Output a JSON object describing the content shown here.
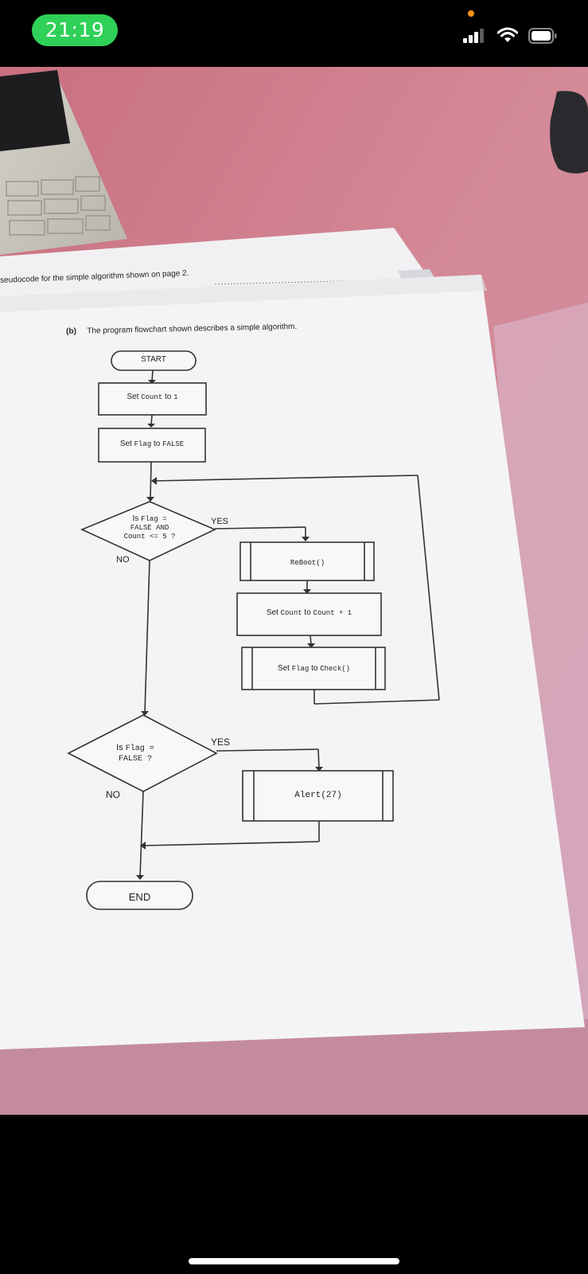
{
  "status_bar": {
    "time": "21:19",
    "colors": {
      "time_pill": "#30d158",
      "privacy_dot": "#f7941d"
    },
    "icons": [
      "signal-icon",
      "wifi-icon",
      "battery-icon"
    ]
  },
  "document": {
    "prev_page_text": "seudocode for the simple algorithm shown on page 2.",
    "question_label": "(b)",
    "question_text": "The program flowchart shown describes a simple algorithm.",
    "flowchart": {
      "start": "START",
      "set_count": {
        "keyword": "Set",
        "var": "Count",
        "to": "to",
        "value": "1"
      },
      "set_flag": {
        "keyword": "Set",
        "var": "Flag",
        "to": "to",
        "value": "FALSE"
      },
      "decision1": {
        "line1_prefix": "Is",
        "line1_code": "Flag =",
        "line2": "FALSE AND",
        "line3": "Count <= 5 ?"
      },
      "decision1_yes": "YES",
      "decision1_no": "NO",
      "reboot": "ReBoot()",
      "increment": {
        "keyword": "Set",
        "var": "Count",
        "to": "to",
        "expr": "Count + 1"
      },
      "set_flag_check": {
        "keyword": "Set",
        "var": "Flag",
        "to": "to",
        "expr": "Check()"
      },
      "decision2": {
        "line1_prefix": "Is",
        "line1_code": "Flag =",
        "line2": "FALSE ?"
      },
      "decision2_yes": "YES",
      "decision2_no": "NO",
      "alert": "Alert(27)",
      "end": "END"
    }
  }
}
